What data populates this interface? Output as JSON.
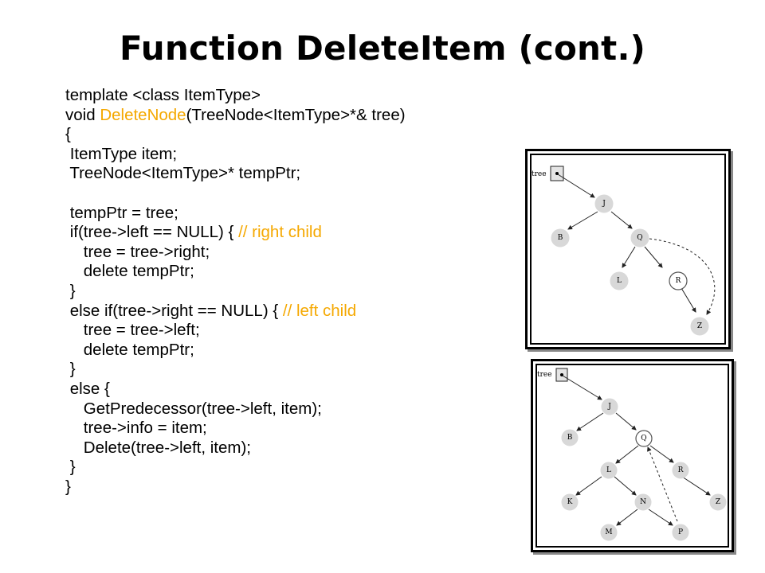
{
  "title": "Function DeleteItem (cont.)",
  "code_lines": [
    {
      "parts": [
        {
          "t": "template <class ItemType>",
          "hl": false
        }
      ]
    },
    {
      "parts": [
        {
          "t": "void ",
          "hl": false
        },
        {
          "t": "DeleteNode",
          "hl": true
        },
        {
          "t": "(TreeNode<ItemType>*& tree)",
          "hl": false
        }
      ]
    },
    {
      "parts": [
        {
          "t": "{",
          "hl": false
        }
      ]
    },
    {
      "parts": [
        {
          "t": " ItemType item;",
          "hl": false
        }
      ]
    },
    {
      "parts": [
        {
          "t": " TreeNode<ItemType>* tempPtr;",
          "hl": false
        }
      ]
    },
    {
      "parts": [
        {
          "t": "",
          "hl": false
        }
      ]
    },
    {
      "parts": [
        {
          "t": " tempPtr = tree;",
          "hl": false
        }
      ]
    },
    {
      "parts": [
        {
          "t": " if(tree->left == NULL) { ",
          "hl": false
        },
        {
          "t": "// right child",
          "hl": true
        }
      ]
    },
    {
      "parts": [
        {
          "t": "    tree = tree->right;",
          "hl": false
        }
      ]
    },
    {
      "parts": [
        {
          "t": "    delete tempPtr;",
          "hl": false
        }
      ]
    },
    {
      "parts": [
        {
          "t": " }",
          "hl": false
        }
      ]
    },
    {
      "parts": [
        {
          "t": " else if(tree->right == NULL) { ",
          "hl": false
        },
        {
          "t": "// left child",
          "hl": true
        }
      ]
    },
    {
      "parts": [
        {
          "t": "    tree = tree->left;",
          "hl": false
        }
      ]
    },
    {
      "parts": [
        {
          "t": "    delete tempPtr;",
          "hl": false
        }
      ]
    },
    {
      "parts": [
        {
          "t": " }",
          "hl": false
        }
      ]
    },
    {
      "parts": [
        {
          "t": " else {",
          "hl": false
        }
      ]
    },
    {
      "parts": [
        {
          "t": "    GetPredecessor(tree->left, item);",
          "hl": false
        }
      ]
    },
    {
      "parts": [
        {
          "t": "    tree->info = item;",
          "hl": false
        }
      ]
    },
    {
      "parts": [
        {
          "t": "    Delete(tree->left, item);",
          "hl": false
        }
      ]
    },
    {
      "parts": [
        {
          "t": " }",
          "hl": false
        }
      ]
    },
    {
      "parts": [
        {
          "t": "}",
          "hl": false
        }
      ]
    }
  ],
  "highlight_color": "#f5a800",
  "diagram1": {
    "pointer_label": "tree",
    "nodes": [
      "J",
      "B",
      "Q",
      "L",
      "R",
      "Z"
    ]
  },
  "diagram2": {
    "pointer_label": "tree",
    "nodes": [
      "J",
      "B",
      "Q",
      "L",
      "R",
      "K",
      "N",
      "Z",
      "M",
      "P"
    ]
  }
}
